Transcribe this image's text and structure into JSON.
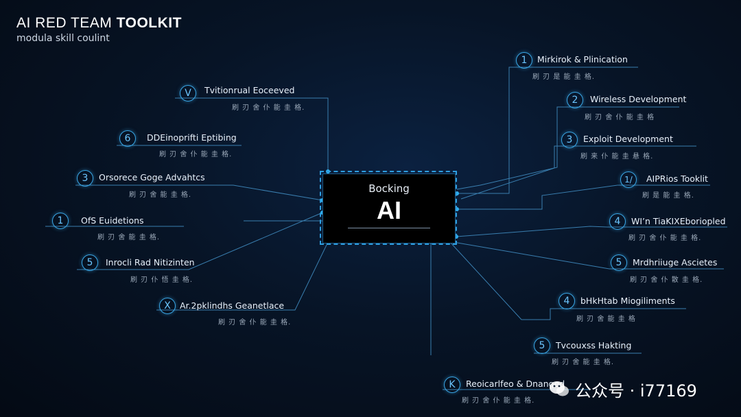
{
  "header": {
    "title_light": "AI RED TEAM",
    "title_bold": "TOOLKIT",
    "subtitle": "modula skill coulint"
  },
  "hub": {
    "small": "Bocking",
    "big": "AI"
  },
  "nodes": [
    {
      "badge": "1",
      "label": "Mirkirok & Plinication",
      "sub": "刷 刃 是 能 圭 格."
    },
    {
      "badge": "2",
      "label": "Wireless Development",
      "sub": "刷 刃 舍 仆 能 圭 格"
    },
    {
      "badge": "3",
      "label": "Exploit  Development",
      "sub": "刷 来 仆 能 圭 悬 格."
    },
    {
      "badge": "1/",
      "label": "AIPRios Tooklit",
      "sub": "刷 是 能 圭 格."
    },
    {
      "badge": "4",
      "label": "WI’n TiaKIXEboriopled",
      "sub": "刷 刃 舍 仆 能 圭 格."
    },
    {
      "badge": "5",
      "label": "Mrdhriiuge Ascietes",
      "sub": "刷 刃 舍 仆 散 圭 格."
    },
    {
      "badge": "4",
      "label": "bHkHtab Miogiliments",
      "sub": "刷 刃 舍 能 圭 格"
    },
    {
      "badge": "5",
      "label": "Tvcouxss Hakting",
      "sub": "刷 刃 舍 能 圭 格."
    },
    {
      "badge": "K",
      "label": "Reoicarlfeo & Dnanged",
      "sub": "刷 刃 舍 仆 能 圭 格."
    },
    {
      "badge": "X",
      "label": "Ar.2pklindhs Geanetlace",
      "sub": "刷 刃 舍 仆 能 圭 格."
    },
    {
      "badge": "5",
      "label": "Inrocli Rad Nitizinten",
      "sub": "刷 刃 仆 悟 圭 格."
    },
    {
      "badge": "1",
      "label": "OfS  Euidetions",
      "sub": "刷 刃 舍 能 圭 格."
    },
    {
      "badge": "3",
      "label": "Orsorece Goge Advahtcs",
      "sub": "刷 刃 舍 能 圭 格."
    },
    {
      "badge": "6",
      "label": "DDEinoprifti Eptibing",
      "sub": "刷 刃 舍 仆 能 圭 格."
    },
    {
      "badge": "V",
      "label": "Tvitionrual Eoceeved",
      "sub": "刷 刃 舍 仆 能 圭 格."
    }
  ],
  "watermark": {
    "text": "公众号 · i77169"
  },
  "colors": {
    "accent": "#2d9ee0",
    "line": "#3f86b8",
    "background": "#071426"
  }
}
